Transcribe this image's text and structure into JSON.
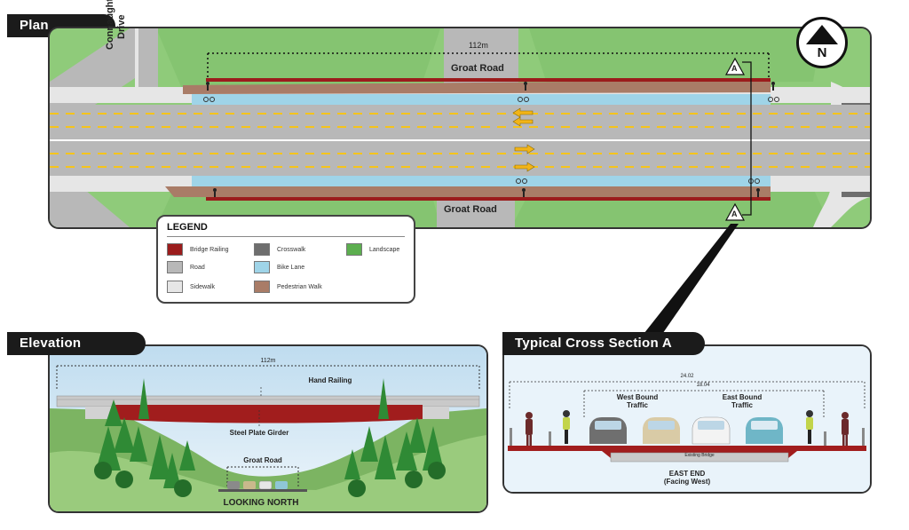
{
  "plan": {
    "tag": "Plan",
    "length_label": "112m",
    "road_top_label": "Groat Road",
    "road_bottom_label": "Groat Road",
    "street_label_1": "Connaught",
    "street_label_2": "Drive",
    "north_label": "N",
    "section_marker": "A"
  },
  "legend": {
    "title": "LEGEND",
    "items": [
      {
        "label": "Bridge Railing",
        "color": "#9b1c1c"
      },
      {
        "label": "Road",
        "color": "#b8b8b8"
      },
      {
        "label": "Sidewalk",
        "color": "#e6e6e6"
      },
      {
        "label": "Crosswalk",
        "color": "#6e6e6e"
      },
      {
        "label": "Bike Lane",
        "color": "#9fd4e8"
      },
      {
        "label": "Pedestrian Walk",
        "color": "#a97c67"
      },
      {
        "label": "Landscape",
        "color": "#5cae4f"
      }
    ]
  },
  "elevation": {
    "tag": "Elevation",
    "length_label": "112m",
    "hand_railing": "Hand Railing",
    "girder": "Steel Plate Girder",
    "road": "Groat Road",
    "view": "LOOKING NORTH"
  },
  "section": {
    "tag": "Typical Cross Section A",
    "dim_outer": "24.02",
    "dim_inner": "18.04",
    "west_bound_1": "West Bound",
    "west_bound_2": "Traffic",
    "east_bound_1": "East Bound",
    "east_bound_2": "Traffic",
    "existing_bridge": "Existing Bridge",
    "end_1": "EAST END",
    "end_2": "(Facing West)"
  }
}
